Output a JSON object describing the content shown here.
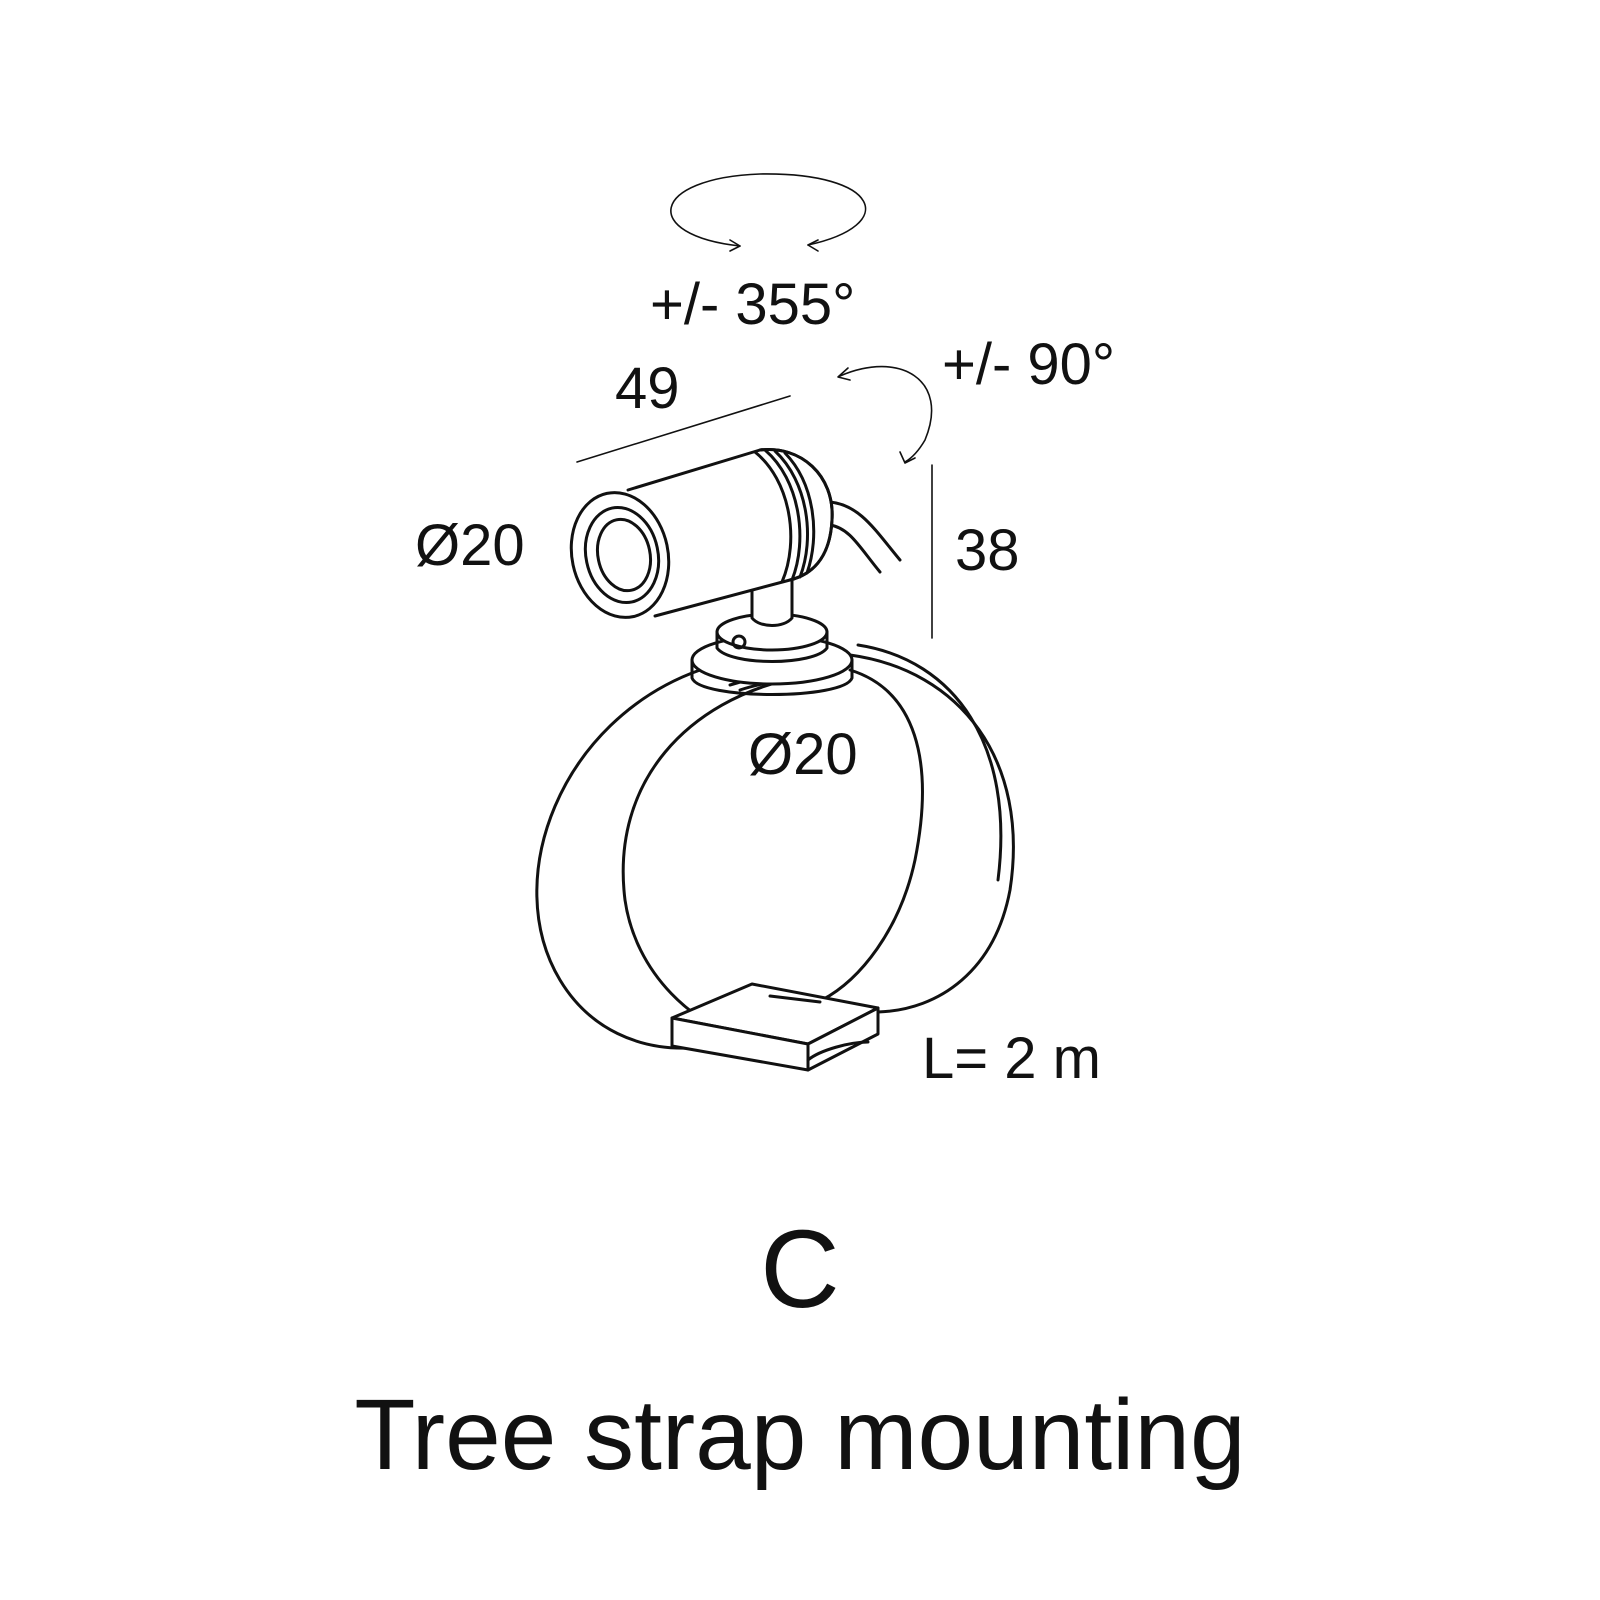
{
  "labels": {
    "rotation_horizontal": "+/- 355°",
    "rotation_tilt": "+/- 90°",
    "length_head": "49",
    "diameter_head": "Ø20",
    "height": "38",
    "diameter_strap": "Ø20",
    "strap_length": "L= 2 m"
  },
  "variant_letter": "C",
  "caption": "Tree strap mounting"
}
